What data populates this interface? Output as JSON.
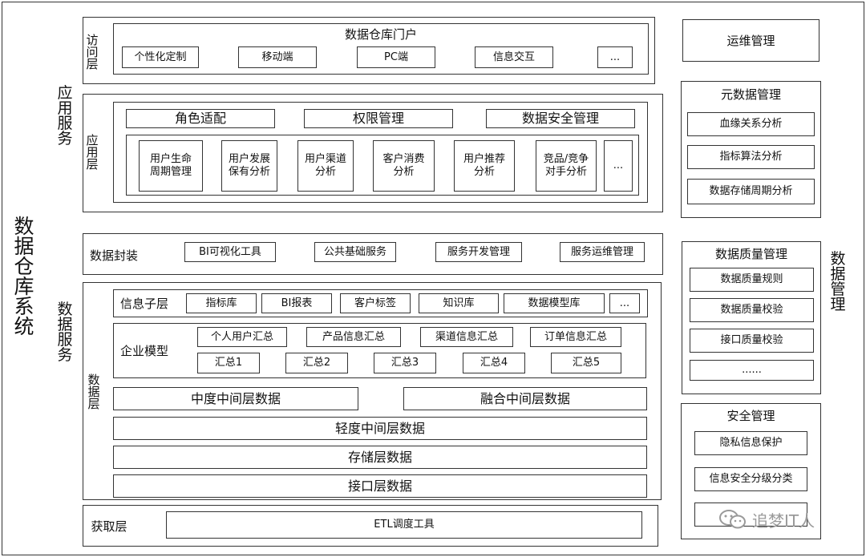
{
  "system_title": "数据仓库系统",
  "app_service": {
    "title": "应用服务",
    "access_layer": {
      "label": "访问层",
      "portal": "数据仓库门户",
      "items": [
        "个性化定制",
        "移动端",
        "PC端",
        "信息交互",
        "..."
      ]
    },
    "app_layer": {
      "label": "应用层",
      "top": [
        "角色适配",
        "权限管理",
        "数据安全管理"
      ],
      "items": [
        "用户生命\n周期管理",
        "用户发展\n保有分析",
        "用户渠道\n分析",
        "客户消费\n分析",
        "用户推荐\n分析",
        "竞品/竞争\n对手分析",
        "..."
      ]
    }
  },
  "data_package": {
    "label": "数据封装",
    "items": [
      "BI可视化工具",
      "公共基础服务",
      "服务开发管理",
      "服务运维管理"
    ]
  },
  "data_service": {
    "title": "数据服务",
    "data_layer_label": "数据层",
    "info_sub": {
      "label": "信息子层",
      "items": [
        "指标库",
        "BI报表",
        "客户标签",
        "知识库",
        "数据模型库",
        "..."
      ]
    },
    "enterprise": {
      "label": "企业模型",
      "row1": [
        "个人用户汇总",
        "产品信息汇总",
        "渠道信息汇总",
        "订单信息汇总"
      ],
      "row2": [
        "汇总1",
        "汇总2",
        "汇总3",
        "汇总4",
        "汇总5"
      ]
    },
    "mid_heavy": "中度中间层数据",
    "mid_fusion": "融合中间层数据",
    "light": "轻度中间层数据",
    "storage": "存储层数据",
    "interface": "接口层数据"
  },
  "acquire": {
    "label": "获取层",
    "tool": "ETL调度工具"
  },
  "right": {
    "ops": "运维管理",
    "metadata": {
      "title": "元数据管理",
      "items": [
        "血缘关系分析",
        "指标算法分析",
        "数据存储周期分析"
      ]
    },
    "quality": {
      "title": "数据质量管理",
      "items": [
        "数据质量规则",
        "数据质量校验",
        "接口质量校验",
        "......"
      ]
    },
    "data_mgmt": "数据管理",
    "security": {
      "title": "安全管理",
      "items": [
        "隐私信息保护",
        "信息安全分级分类",
        ""
      ]
    }
  },
  "watermark": "追梦IT人"
}
